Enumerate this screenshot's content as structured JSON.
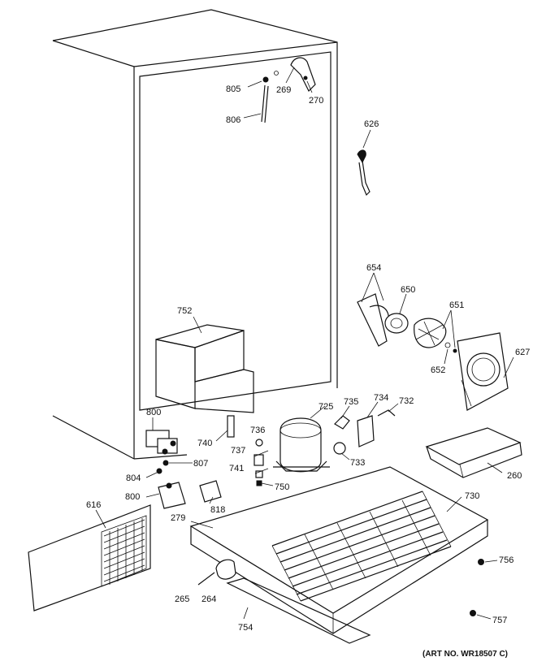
{
  "diagram": {
    "labels": {
      "p805": "805",
      "p806": "806",
      "p269": "269",
      "p270": "270",
      "p626": "626",
      "p654": "654",
      "p650": "650",
      "p651": "651",
      "p652": "652",
      "p627": "627",
      "p752": "752",
      "p800a": "800",
      "p740": "740",
      "p736": "736",
      "p725": "725",
      "p735": "735",
      "p734": "734",
      "p732": "732",
      "p737": "737",
      "p741": "741",
      "p733": "733",
      "p807": "807",
      "p804": "804",
      "p800b": "800",
      "p750": "750",
      "p818": "818",
      "p616": "616",
      "p279": "279",
      "p730": "730",
      "p260": "260",
      "p756": "756",
      "p265": "265",
      "p264": "264",
      "p754": "754",
      "p757": "757"
    },
    "art_number": "(ART NO. WR18507 C)"
  }
}
